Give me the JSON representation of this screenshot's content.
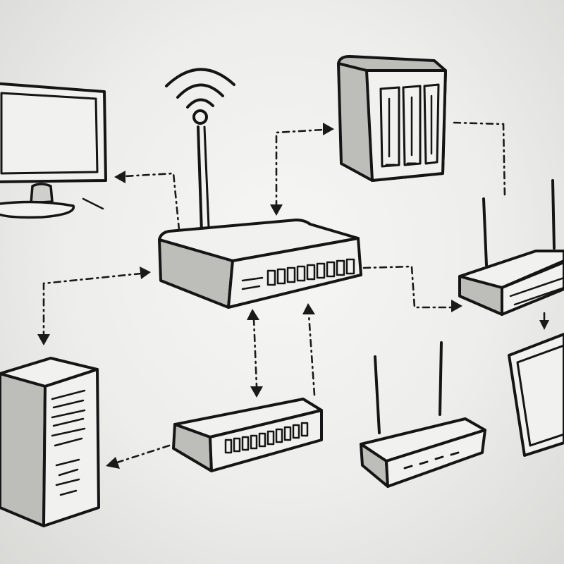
{
  "diagram": {
    "title": "",
    "style": "hand-drawn network sketch",
    "nodes": [
      {
        "id": "monitor-top-left",
        "kind": "monitor"
      },
      {
        "id": "wifi-antenna",
        "kind": "wireless-signal"
      },
      {
        "id": "main-router",
        "kind": "router"
      },
      {
        "id": "nas-top",
        "kind": "storage-server"
      },
      {
        "id": "access-point-right",
        "kind": "wireless-router"
      },
      {
        "id": "tablet-right",
        "kind": "screen"
      },
      {
        "id": "switch-bottom",
        "kind": "switch"
      },
      {
        "id": "wireless-router-bottom",
        "kind": "wireless-router"
      },
      {
        "id": "server-tower-left",
        "kind": "server"
      }
    ],
    "links": [
      {
        "from": "main-router",
        "to": "monitor-top-left",
        "style": "dash-dot",
        "arrow": "end"
      },
      {
        "from": "main-router",
        "to": "nas-top",
        "style": "dash-dot",
        "arrow": "both"
      },
      {
        "from": "nas-top",
        "to": "access-point-right",
        "style": "dash-dot",
        "arrow": "none"
      },
      {
        "from": "main-router",
        "to": "access-point-right",
        "style": "dash-dot",
        "arrow": "end"
      },
      {
        "from": "main-router",
        "to": "server-tower-left",
        "style": "dash-dot",
        "arrow": "both"
      },
      {
        "from": "main-router",
        "to": "switch-bottom",
        "style": "dash-dot",
        "arrow": "both"
      },
      {
        "from": "switch-bottom",
        "to": "main-router",
        "style": "dash-dot",
        "arrow": "end"
      },
      {
        "from": "switch-bottom",
        "to": "server-tower-left",
        "style": "dash-dot",
        "arrow": "end"
      },
      {
        "from": "access-point-right",
        "to": "tablet-right",
        "style": "dash-dot",
        "arrow": "end"
      }
    ]
  },
  "colors": {
    "ink": "#151515",
    "paper": "#f1f1ef",
    "shade": "#cfcfcc"
  }
}
